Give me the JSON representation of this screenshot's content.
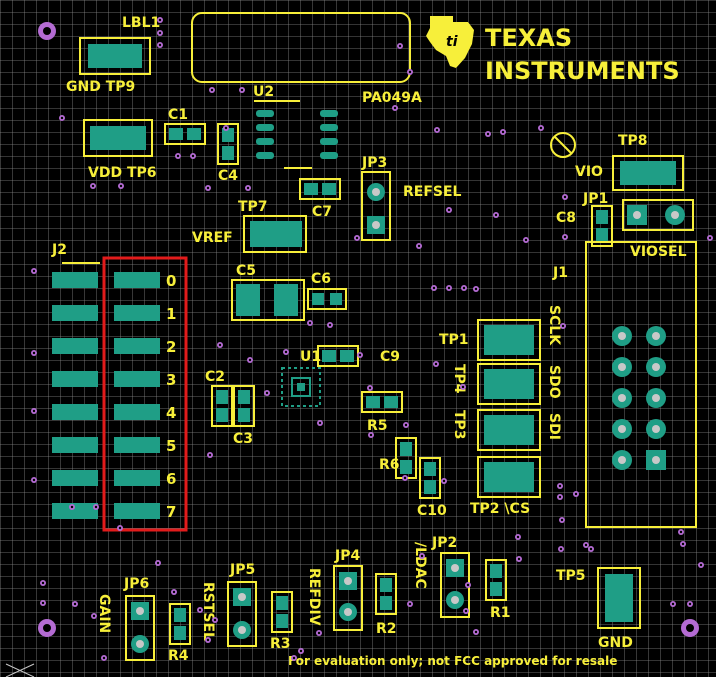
{
  "colors": {
    "board": "#000000",
    "grid": "#8a8a8a",
    "silk": "#f7ef3a",
    "copper": "#1f9e86",
    "via": "#b46bd3",
    "highlight": "#e21b1b",
    "pin": "#c8c8c8"
  },
  "logo": {
    "line1": "TEXAS",
    "line2": "INSTRUMENTS"
  },
  "labels": {
    "lbl1": "LBL1",
    "gnd_tp9": "GND  TP9",
    "vdd_tp6": "VDD  TP6",
    "c1": "C1",
    "c4": "C4",
    "u2": "U2",
    "pa049a": "PA049A",
    "jp3": "JP3",
    "refsel": "REFSEL",
    "c7": "C7",
    "tp8": "TP8",
    "vio": "VIO",
    "jp1": "JP1",
    "c8": "C8",
    "viosel": "VIOSEL",
    "j2": "J2",
    "tp7": "TP7",
    "vref": "VREF",
    "c5": "C5",
    "c6": "C6",
    "j1": "J1",
    "tp1": "TP1",
    "sclk": "SCLK",
    "sdo": "SDO",
    "sdi": "SDI",
    "tp4": "TP4",
    "tp3": "TP3",
    "u1": "U1",
    "c9": "C9",
    "c2": "C2",
    "c3": "C3",
    "r5": "R5",
    "r6": "R6",
    "c10": "C10",
    "tp2_cs": "TP2 \\CS",
    "jp2": "JP2",
    "ldac": "/LDAC",
    "r1": "R1",
    "tp5": "TP5",
    "gnd": "GND",
    "jp4": "JP4",
    "refdiv": "REFDIV",
    "r2": "R2",
    "jp5": "JP5",
    "rstsel": "RSTSEL",
    "r3": "R3",
    "jp6": "JP6",
    "gain": "GAIN",
    "r4": "R4",
    "footer": "For evaluation only; not FCC approved for resale"
  },
  "j2_pins": [
    "0",
    "1",
    "2",
    "3",
    "4",
    "5",
    "6",
    "7"
  ]
}
